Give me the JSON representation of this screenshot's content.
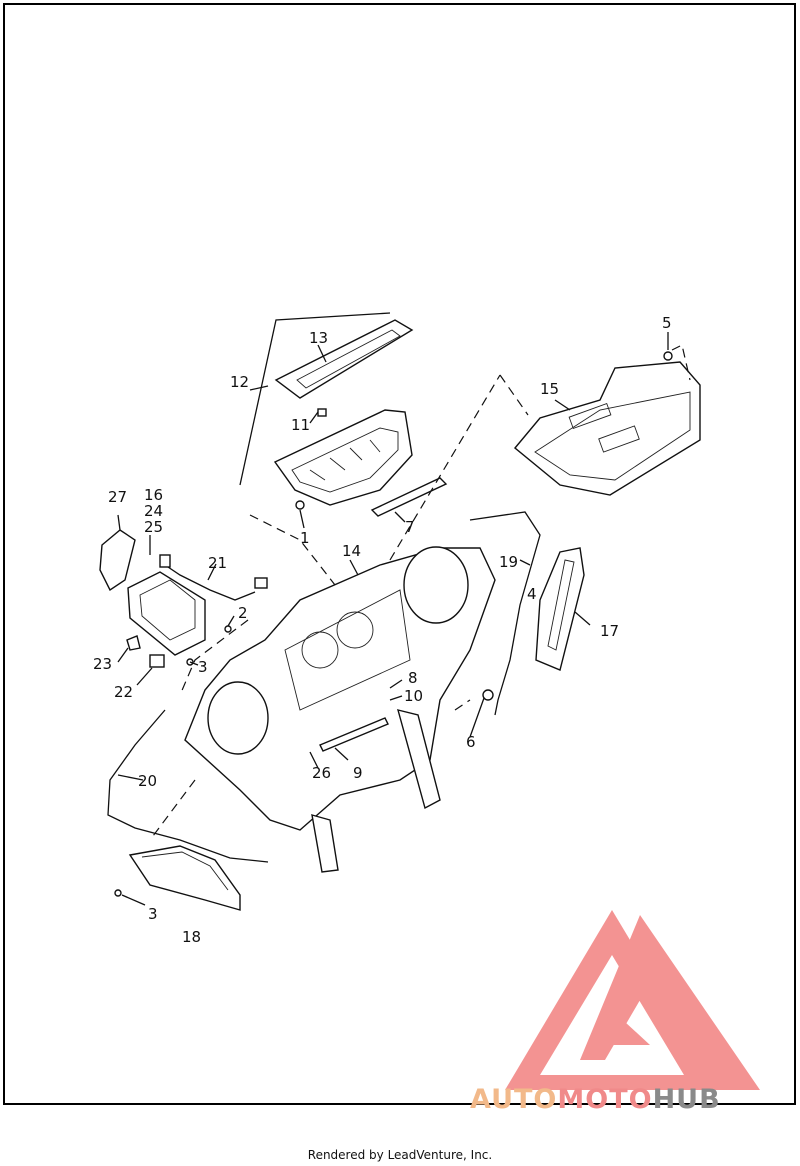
{
  "callouts": {
    "c1": "1",
    "c2": "2",
    "c3a": "3",
    "c3b": "3",
    "c5": "5",
    "c6": "6",
    "c7": "7",
    "c8": "8",
    "c9": "9",
    "c10": "10",
    "c11": "11",
    "c12": "12",
    "c13": "13",
    "c14": "14",
    "c15": "15",
    "c16": "16",
    "c17": "17",
    "c18": "18",
    "c19": "19",
    "c20": "20",
    "c21": "21",
    "c22": "22",
    "c23": "23",
    "c24": "24",
    "c25": "25",
    "c26": "26",
    "c27": "27",
    "c4": "4"
  },
  "footer": {
    "text": "Rendered by LeadVenture, Inc."
  },
  "watermark": {
    "part1": "AUTO",
    "part2": "MOTO",
    "part3": "HUB",
    "color_logo": "#f0706e",
    "color_auto": "#f2b98a",
    "color_moto": "#f08a8a",
    "color_hub": "#8a8a8a"
  }
}
